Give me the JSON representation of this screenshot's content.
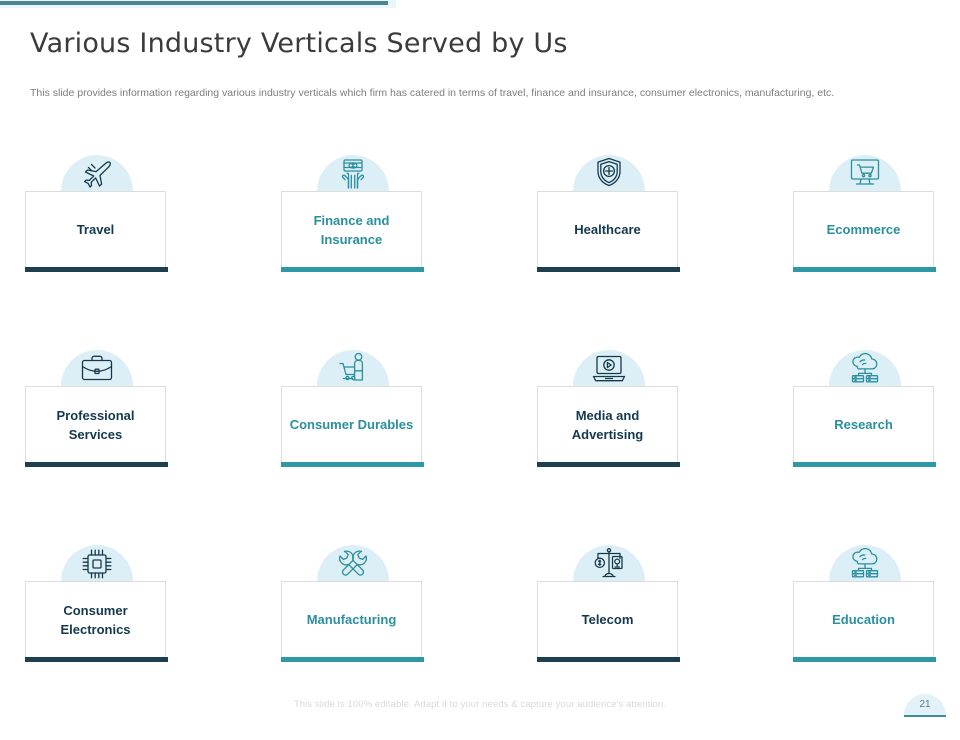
{
  "slide": {
    "title": "Various Industry Verticals Served by Us",
    "subtitle": "This slide provides information regarding various industry verticals which firm has catered in terms of travel, finance and insurance, consumer electronics, manufacturing, etc.",
    "footer_note": "This slide is 100% editable. Adapt it to your needs & capture your audience's attention.",
    "page_number": "21"
  },
  "colors": {
    "accent_dark": "#1d3f50",
    "accent_teal": "#2f98a6",
    "label_dark": "#14394c",
    "label_teal": "#2a8f9e",
    "dome_fill": "#ddeff6",
    "card_border": "#dcdcdc",
    "title_text": "#3b3b3b",
    "subtitle_text": "#7d7d7d",
    "footer_text": "#d9d9d9"
  },
  "cards": [
    {
      "label": "Travel",
      "icon": "airplane-icon",
      "variant": "dark"
    },
    {
      "label": "Finance and Insurance",
      "icon": "money-hands-icon",
      "variant": "teal"
    },
    {
      "label": "Healthcare",
      "icon": "shield-plus-icon",
      "variant": "dark"
    },
    {
      "label": "Ecommerce",
      "icon": "monitor-cart-icon",
      "variant": "teal"
    },
    {
      "label": "Professional Services",
      "icon": "briefcase-icon",
      "variant": "dark"
    },
    {
      "label": "Consumer Durables",
      "icon": "shopping-person-icon",
      "variant": "teal"
    },
    {
      "label": "Media and Advertising",
      "icon": "laptop-play-icon",
      "variant": "dark"
    },
    {
      "label": "Research",
      "icon": "cloud-server-icon",
      "variant": "teal"
    },
    {
      "label": "Consumer Electronics",
      "icon": "microchip-icon",
      "variant": "dark"
    },
    {
      "label": "Manufacturing",
      "icon": "wrench-spanner-icon",
      "variant": "teal"
    },
    {
      "label": "Telecom",
      "icon": "balance-scale-icon",
      "variant": "dark"
    },
    {
      "label": "Education",
      "icon": "cloud-server-icon",
      "variant": "teal"
    }
  ]
}
